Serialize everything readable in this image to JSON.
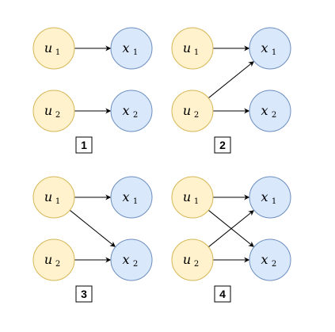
{
  "panels": [
    {
      "label": "1",
      "nodes": [
        {
          "id": "u1",
          "kind": "u",
          "letter": "u",
          "subscript": "1"
        },
        {
          "id": "u2",
          "kind": "u",
          "letter": "u",
          "subscript": "2"
        },
        {
          "id": "x1",
          "kind": "x",
          "letter": "x",
          "subscript": "1"
        },
        {
          "id": "x2",
          "kind": "x",
          "letter": "x",
          "subscript": "2"
        }
      ],
      "edges": [
        {
          "from": "u1",
          "to": "x1"
        },
        {
          "from": "u2",
          "to": "x2"
        }
      ]
    },
    {
      "label": "2",
      "nodes": [
        {
          "id": "u1",
          "kind": "u",
          "letter": "u",
          "subscript": "1"
        },
        {
          "id": "u2",
          "kind": "u",
          "letter": "u",
          "subscript": "2"
        },
        {
          "id": "x1",
          "kind": "x",
          "letter": "x",
          "subscript": "1"
        },
        {
          "id": "x2",
          "kind": "x",
          "letter": "x",
          "subscript": "2"
        }
      ],
      "edges": [
        {
          "from": "u1",
          "to": "x1"
        },
        {
          "from": "u2",
          "to": "x1"
        },
        {
          "from": "u2",
          "to": "x2"
        }
      ]
    },
    {
      "label": "3",
      "nodes": [
        {
          "id": "u1",
          "kind": "u",
          "letter": "u",
          "subscript": "1"
        },
        {
          "id": "u2",
          "kind": "u",
          "letter": "u",
          "subscript": "2"
        },
        {
          "id": "x1",
          "kind": "x",
          "letter": "x",
          "subscript": "1"
        },
        {
          "id": "x2",
          "kind": "x",
          "letter": "x",
          "subscript": "2"
        }
      ],
      "edges": [
        {
          "from": "u1",
          "to": "x1"
        },
        {
          "from": "u1",
          "to": "x2"
        },
        {
          "from": "u2",
          "to": "x2"
        }
      ]
    },
    {
      "label": "4",
      "nodes": [
        {
          "id": "u1",
          "kind": "u",
          "letter": "u",
          "subscript": "1"
        },
        {
          "id": "u2",
          "kind": "u",
          "letter": "u",
          "subscript": "2"
        },
        {
          "id": "x1",
          "kind": "x",
          "letter": "x",
          "subscript": "1"
        },
        {
          "id": "x2",
          "kind": "x",
          "letter": "x",
          "subscript": "2"
        }
      ],
      "edges": [
        {
          "from": "u1",
          "to": "x1"
        },
        {
          "from": "u1",
          "to": "x2"
        },
        {
          "from": "u2",
          "to": "x1"
        },
        {
          "from": "u2",
          "to": "x2"
        }
      ]
    }
  ],
  "colors": {
    "u_fill": "#fff2cc",
    "u_stroke": "#d6b656",
    "x_fill": "#dae8fc",
    "x_stroke": "#6c8ebf",
    "edge": "#000000"
  }
}
